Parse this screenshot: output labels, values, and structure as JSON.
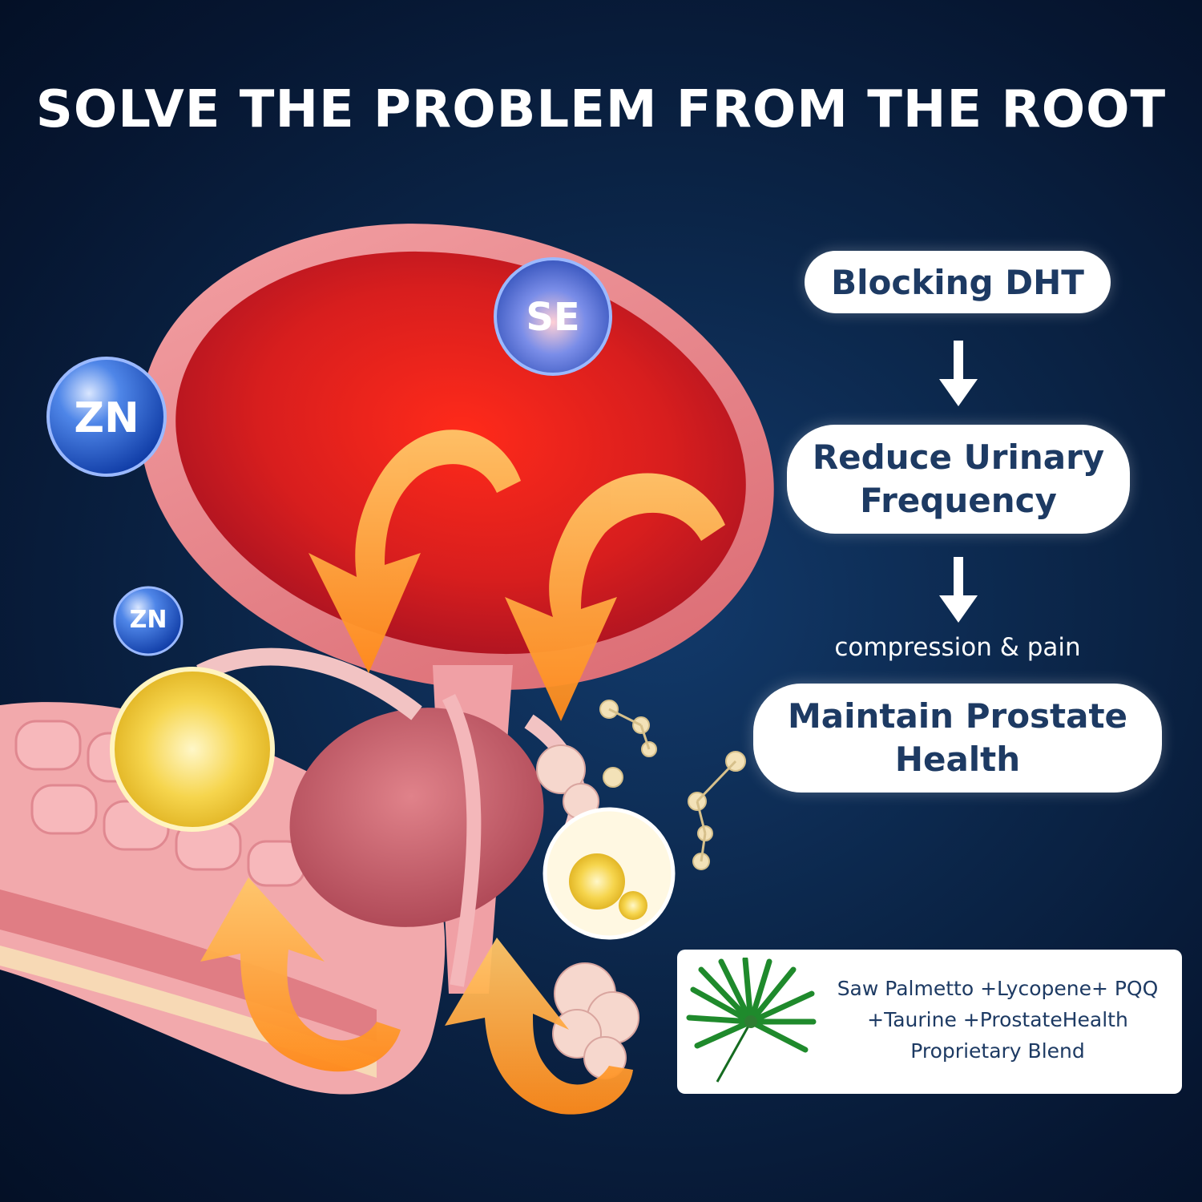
{
  "headline": "SOLVE THE PROBLEM FROM THE ROOT",
  "steps": [
    {
      "line1": "Blocking DHT",
      "line2": ""
    },
    {
      "line1": "Reduce Urinary",
      "line2": "Frequency"
    },
    {
      "line1": "Maintain Prostate",
      "line2": "Health"
    }
  ],
  "step_note": "compression & pain",
  "ingredients": {
    "line1": "Saw Palmetto +Lycopene+ PQQ",
    "line2": "+Taurine +ProstateHealth",
    "line3": "Proprietary Blend"
  },
  "minerals": {
    "se": "SE",
    "zn_large": "ZN",
    "zn_small": "ZN"
  },
  "colors": {
    "background": "#0b2548",
    "pill_text": "#1d3a63",
    "arrow_orange": "#ff9a2e",
    "bladder_red": "#d81e1e"
  },
  "icons": [
    "palm-leaf-icon",
    "down-arrow-icon",
    "curved-arrow-icon"
  ]
}
